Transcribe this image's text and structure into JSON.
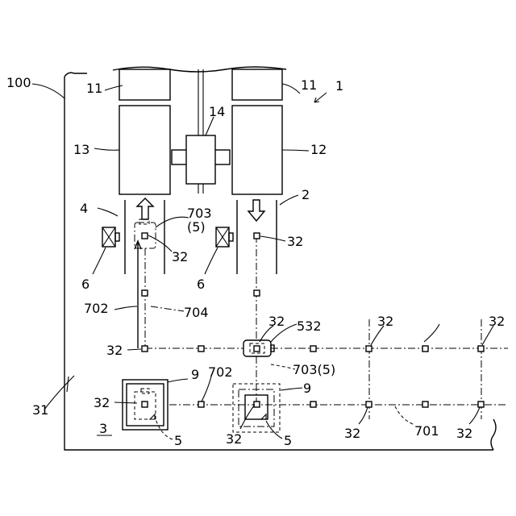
{
  "labels": {
    "plant": "100",
    "system": "1",
    "floor": "31",
    "area": "3",
    "unit_left_top": "11",
    "unit_right_top": "11",
    "machine_left": "13",
    "machine_right": "12",
    "center_unit": "14",
    "conveyor_left": "4",
    "conveyor_right": "2",
    "sensor_left": "6",
    "sensor_right": "6",
    "vehicle_top": "703",
    "vehicle_top_sub": "(5)",
    "vehicle_mid": "703(5)",
    "marker": "32",
    "marker_junction": "532",
    "track_a": "702",
    "track_b": "704",
    "track_c": "702",
    "track_main": "701",
    "station": "9",
    "carrier": "5"
  }
}
